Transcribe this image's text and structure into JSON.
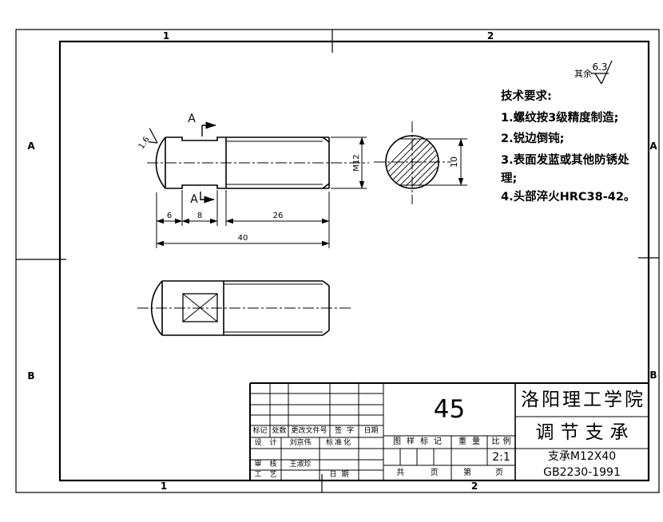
{
  "frame": {
    "zone_top_1": "1",
    "zone_top_2": "2",
    "zone_bottom_1": "1",
    "zone_bottom_2": "2",
    "zone_left_a": "A",
    "zone_left_b": "B",
    "zone_right_a": "A",
    "zone_right_b": "B"
  },
  "surface_note": {
    "prefix": "其余",
    "roughness": "6.3"
  },
  "tech_requirements": {
    "title": "技术要求:",
    "lines": [
      "1.螺纹按3级精度制造;",
      "2.锐边倒钝;",
      "3.表面发蓝或其他防锈处",
      "理;",
      "4.头部淬火HRC38-42。"
    ]
  },
  "front_view": {
    "section_label": "A",
    "head_roughness": "1.6",
    "dim_head": "6",
    "dim_flat": "8",
    "dim_thread_len": "26",
    "dim_total_len": "40",
    "dim_thread": "M12"
  },
  "section_view": {
    "dim_across_flats": "10"
  },
  "title_block": {
    "material": "45",
    "company": "洛阳理工学院",
    "part_name": "调节支承",
    "spec": "支承M12X40",
    "standard_no": "GB2230-1991",
    "scale_value": "2:1",
    "col_mark": "标记",
    "col_count": "处数",
    "col_doc": "更改文件号",
    "col_sign": "签字",
    "col_date": "日期",
    "row_design": "设计",
    "designer": "刘京伟",
    "row_std": "标准化",
    "row_check": "审核",
    "checker": "王淑珍",
    "row_process": "工艺",
    "row_date": "日期",
    "mark_header": "图样标记",
    "weight_header": "重量",
    "scale_header": "比例",
    "total_label_a": "共",
    "total_label_b": "页",
    "page_label_a": "第",
    "page_label_b": "页"
  }
}
